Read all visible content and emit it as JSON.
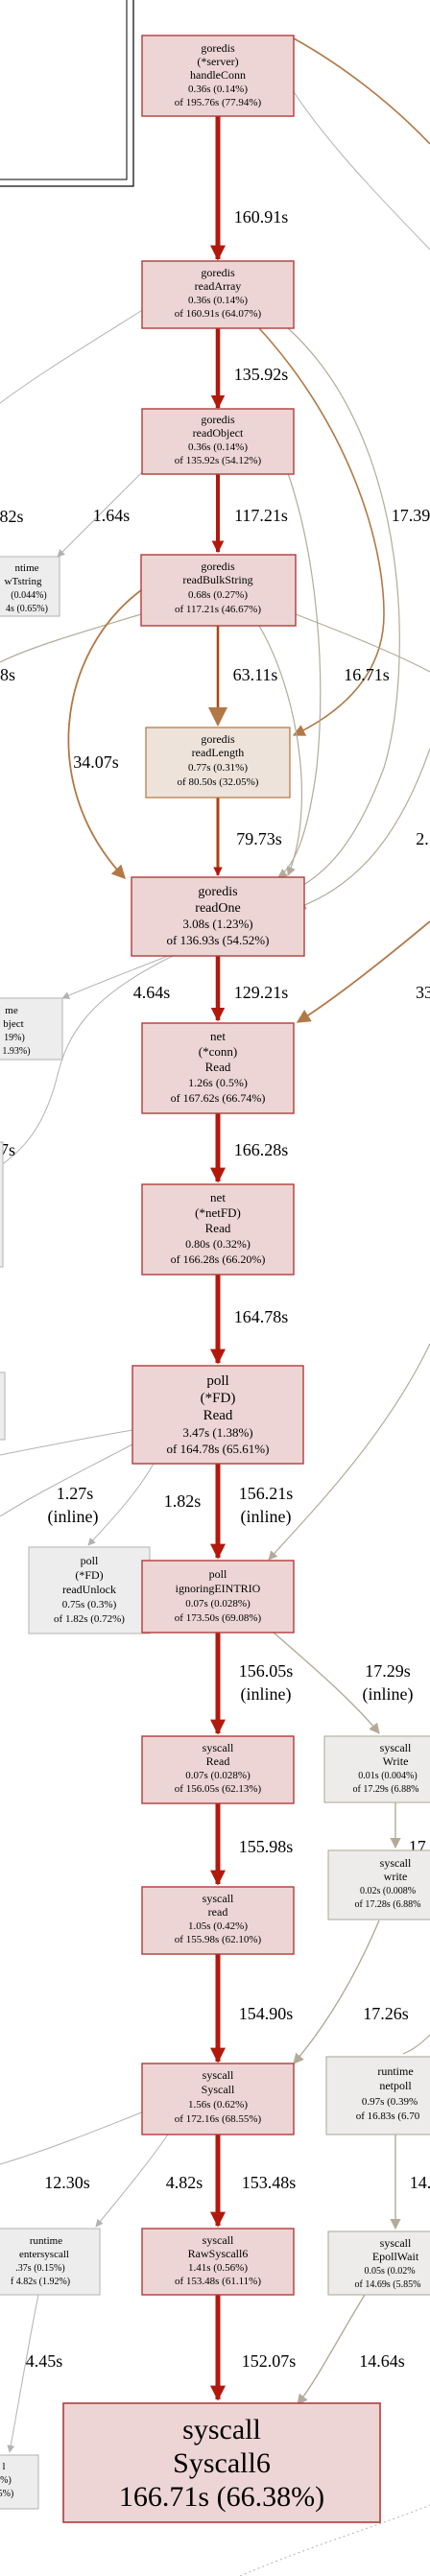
{
  "colors": {
    "hot_fill": "#edd5d5",
    "hot_stroke": "#b23b3b",
    "hot_edge": "#b2190d",
    "warm_fill": "#ede3db",
    "warm_stroke": "#b2753b",
    "warm_edge": "#b27845",
    "cool_fill": "#edecea",
    "cool_stroke": "#b2ae9c",
    "cool_edge": "#b2ab98",
    "gray_fill": "#ededed",
    "gray_stroke": "#b2b2b2",
    "gray_edge": "#b2b2b2"
  },
  "nodes": {
    "handleConn": {
      "lines": [
        "goredis",
        "(*server)",
        "handleConn",
        "0.36s (0.14%)",
        "of 195.76s (77.94%)"
      ]
    },
    "readArray": {
      "lines": [
        "goredis",
        "readArray",
        "0.36s (0.14%)",
        "of 160.91s (64.07%)"
      ]
    },
    "readObject": {
      "lines": [
        "goredis",
        "readObject",
        "0.36s (0.14%)",
        "of 135.92s (54.12%)"
      ]
    },
    "newTstring": {
      "lines": [
        "ntime",
        "wTstring",
        "(0.044%)",
        "4s (0.65%)"
      ]
    },
    "readBulkString": {
      "lines": [
        "goredis",
        "readBulkString",
        "0.68s (0.27%)",
        "of 117.21s (46.67%)"
      ]
    },
    "readLength": {
      "lines": [
        "goredis",
        "readLength",
        "0.77s (0.31%)",
        "of 80.50s (32.05%)"
      ]
    },
    "readOne": {
      "lines": [
        "goredis",
        "readOne",
        "3.08s (1.23%)",
        "of 136.93s (54.52%)"
      ]
    },
    "newobject": {
      "lines": [
        "me",
        "bject",
        "19%)",
        "1.93%)"
      ]
    },
    "connRead": {
      "lines": [
        "net",
        "(*conn)",
        "Read",
        "1.26s (0.5%)",
        "of 167.62s (66.74%)"
      ]
    },
    "netFDRead": {
      "lines": [
        "net",
        "(*netFD)",
        "Read",
        "0.80s (0.32%)",
        "of 166.28s (66.20%)"
      ]
    },
    "pollRead": {
      "lines": [
        "poll",
        "(*FD)",
        "Read",
        "3.47s (1.38%)",
        "of 164.78s (65.61%)"
      ]
    },
    "readUnlock": {
      "lines": [
        "poll",
        "(*FD)",
        "readUnlock",
        "0.75s (0.3%)",
        "of 1.82s (0.72%)"
      ]
    },
    "ignoringEINTRIO": {
      "lines": [
        "poll",
        "ignoringEINTRIO",
        "0.07s (0.028%)",
        "of 173.50s (69.08%)"
      ]
    },
    "syscallRead": {
      "lines": [
        "syscall",
        "Read",
        "0.07s (0.028%)",
        "of 156.05s (62.13%)"
      ]
    },
    "syscallWrite": {
      "lines": [
        "syscall",
        "Write",
        "0.01s (0.004%)",
        "of 17.29s (6.88%"
      ]
    },
    "syscallread": {
      "lines": [
        "syscall",
        "read",
        "1.05s (0.42%)",
        "of 155.98s (62.10%)"
      ]
    },
    "syscallwrite": {
      "lines": [
        "syscall",
        "write",
        "0.02s (0.008%",
        "of 17.28s (6.88%"
      ]
    },
    "syscallSyscall": {
      "lines": [
        "syscall",
        "Syscall",
        "1.56s (0.62%)",
        "of 172.16s (68.55%)"
      ]
    },
    "netpoll": {
      "lines": [
        "runtime",
        "netpoll",
        "0.97s (0.39%",
        "of 16.83s (6.70"
      ]
    },
    "entersyscall": {
      "lines": [
        "runtime",
        "entersyscall",
        ".37s (0.15%)",
        "f 4.82s (1.92%)"
      ]
    },
    "RawSyscall6": {
      "lines": [
        "syscall",
        "RawSyscall6",
        "1.41s (0.56%)",
        "of 153.48s (61.11%)"
      ]
    },
    "EpollWait": {
      "lines": [
        "syscall",
        "EpollWait",
        "0.05s (0.02%",
        "of 14.69s (5.85%"
      ]
    },
    "Syscall6": {
      "lines": [
        "syscall",
        "Syscall6",
        "166.71s (66.38%)"
      ]
    },
    "leftFrag": {
      "lines": [
        "l",
        "%)",
        "5%)"
      ]
    }
  },
  "edge_labels": {
    "handleConn_readArray": "160.91s",
    "readArray_readObject": "135.92s",
    "left_82s": "82s",
    "readObject_newTstring": "1.64s",
    "readObject_readBulkString": "117.21s",
    "right_1739": "17.39",
    "left_8s": "8s",
    "readBulkString_readLength": "63.11s",
    "readBulkString_readOne_right": "16.71s",
    "readBulkString_readOne_left": "34.07s",
    "readLength_readOne": "79.73s",
    "right_2": "2.",
    "readOne_newobject": "4.64s",
    "readOne_connRead": "129.21s",
    "right_33": "33",
    "left_7s": "7s",
    "connRead_netFDRead": "166.28s",
    "netFDRead_pollRead": "164.78s",
    "pollRead_left": "1.27s",
    "pollRead_left_inline": "(inline)",
    "pollRead_readUnlock": "1.82s",
    "pollRead_ignoring": "156.21s",
    "pollRead_ignoring_inline": "(inline)",
    "ignoring_syscallRead": "156.05s",
    "ignoring_syscallRead_inline": "(inline)",
    "ignoring_syscallWrite": "17.29s",
    "ignoring_syscallWrite_inline": "(inline)",
    "syscallRead_read": "155.98s",
    "syscallWrite_write": "17.",
    "syscallread_Syscall": "154.90s",
    "syscallwrite_Syscall": "17.26s",
    "Syscall_left": "12.30s",
    "Syscall_entersyscall": "4.82s",
    "Syscall_RawSyscall6": "153.48s",
    "netpoll_EpollWait": "14.",
    "entersyscall_left": "4.45s",
    "RawSyscall6_Syscall6": "152.07s",
    "EpollWait_Syscall6": "14.64s"
  }
}
